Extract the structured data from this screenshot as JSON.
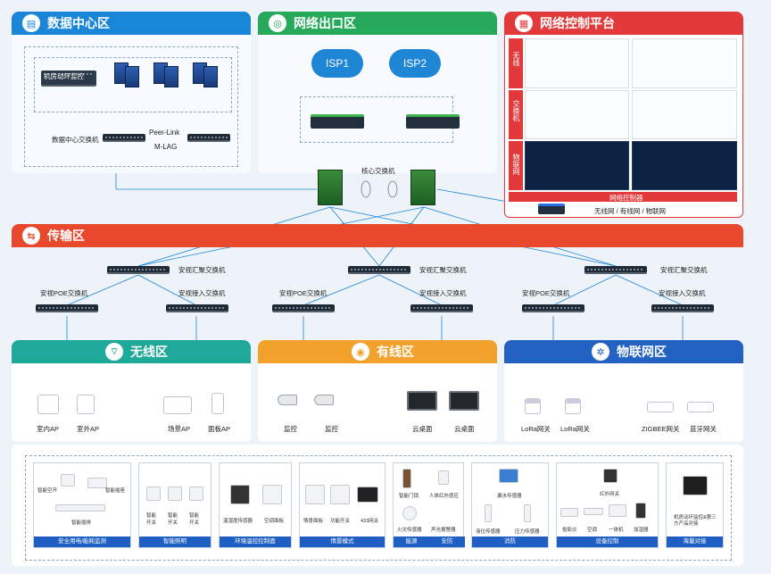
{
  "zones": {
    "datacenter": {
      "title": "数据中心区",
      "color": "#1a86d8"
    },
    "egress": {
      "title": "网络出口区",
      "color": "#26a95a"
    },
    "control": {
      "title": "网络控制平台",
      "color": "#e23a3a"
    },
    "transport": {
      "title": "传输区",
      "color": "#e8492c"
    },
    "wireless": {
      "title": "无线区",
      "color": "#1fa99a"
    },
    "wired": {
      "title": "有线区",
      "color": "#f2a22c"
    },
    "iot": {
      "title": "物联网区",
      "color": "#2361c2"
    }
  },
  "datacenter": {
    "monitor_label": "机房动环监控",
    "switch_label": "数据中心交换机",
    "peer_link": "Peer-Link",
    "mlag": "M-LAG"
  },
  "egress": {
    "isp1": "ISP1",
    "isp2": "ISP2",
    "core_label": "核心交换机"
  },
  "control": {
    "row_wireless": "无线",
    "row_switch": "交换机",
    "row_iot": "物联网",
    "controller_label": "网络控制器",
    "controller_desc": "无线网 / 有线网 / 物联网"
  },
  "transport": {
    "agg_label": "安视汇聚交换机",
    "poe_label": "安视POE交换机",
    "access_label": "安视接入交换机"
  },
  "wireless": {
    "devices": [
      "室内AP",
      "室外AP",
      "场景AP",
      "面板AP"
    ]
  },
  "wired": {
    "devices": [
      "监控",
      "监控",
      "云桌面",
      "云桌面"
    ]
  },
  "iot": {
    "devices": [
      "LoRa网关",
      "LoRa网关",
      "ZIGBEE网关",
      "蓝牙网关"
    ]
  },
  "bottom": {
    "cards": [
      {
        "caption": "安全用电/能耗监测",
        "items": [
          "智能空开",
          "智能插座",
          "智能插排"
        ]
      },
      {
        "caption": "智能照明",
        "items": [
          "智能开关",
          "智能开关",
          "智能开关"
        ]
      },
      {
        "caption": "环境温控控制面",
        "items": [
          "温湿度传感器",
          "空调面板"
        ]
      },
      {
        "caption": "情景模式",
        "items": [
          "情景面板",
          "功能开关",
          "433网关"
        ]
      },
      {
        "caption": "能源",
        "items": [
          "智能门锁",
          "火灾传感器"
        ]
      },
      {
        "caption": "安防",
        "items": [
          "人体红外感应",
          "声光报警器"
        ]
      },
      {
        "caption": "消防",
        "items": [
          "漏水传感器",
          "液位传感器",
          "压力传感器"
        ]
      },
      {
        "caption": "设备控制",
        "items": [
          "红外网关",
          "投影仪",
          "空调",
          "一体机",
          "加湿器"
        ]
      },
      {
        "caption": "海量对接",
        "items": [
          "机房动环监控&第三方产品对接"
        ]
      }
    ]
  }
}
